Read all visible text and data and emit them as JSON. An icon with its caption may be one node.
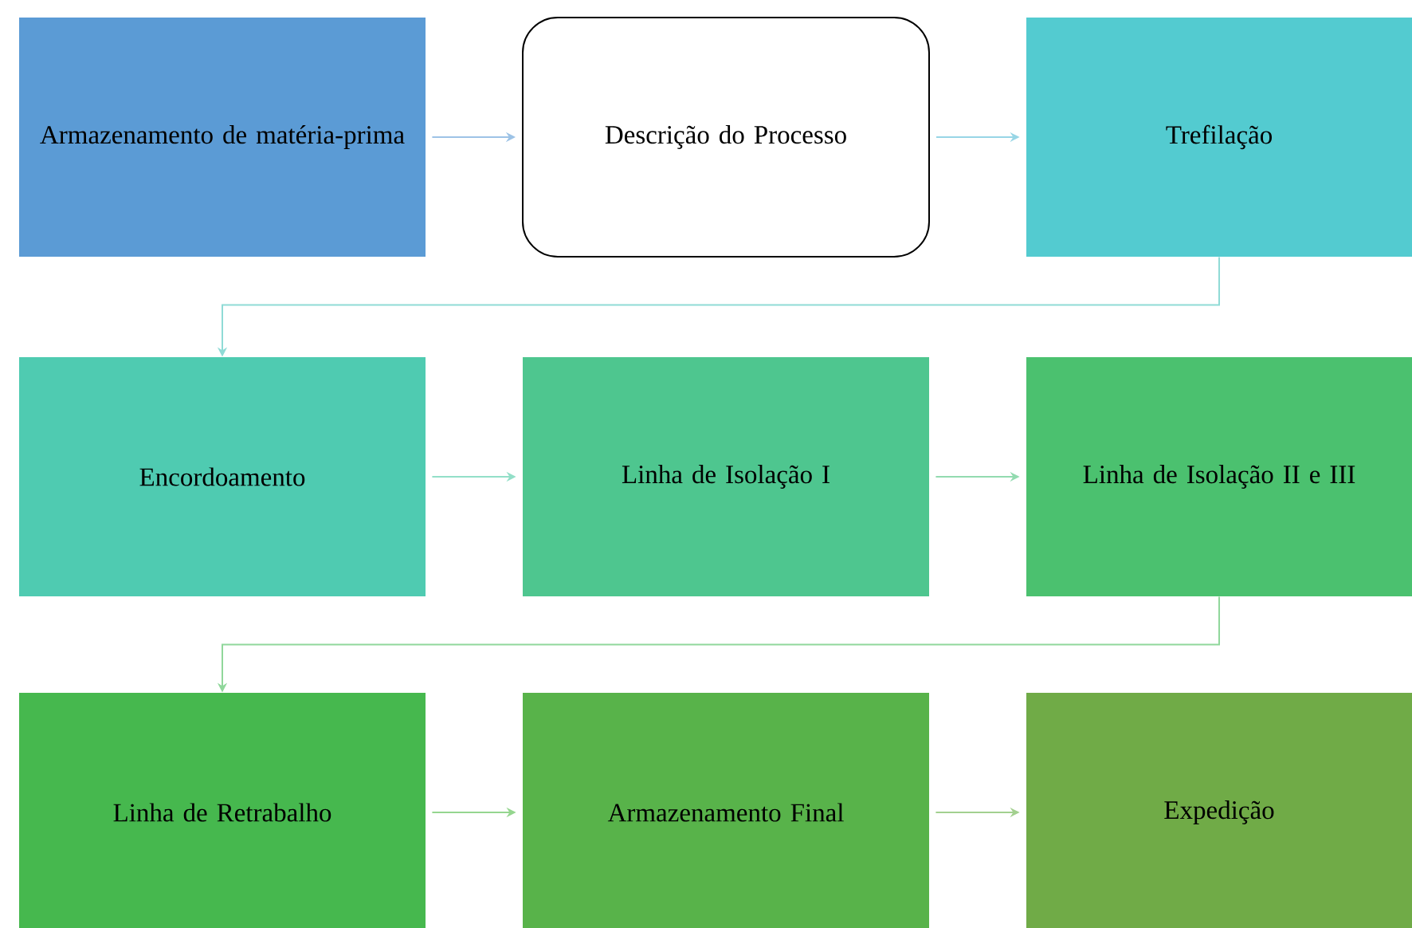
{
  "diagram": {
    "nodes": [
      {
        "text": [
          "Armazenamento de matéria-prima"
        ]
      },
      {
        "text": [
          "Descrição do Processo"
        ]
      },
      {
        "text": [
          "Trefilação"
        ]
      },
      {
        "text": [
          "Encordoamento"
        ]
      },
      {
        "text": [
          "Linha de Isolação I"
        ]
      },
      {
        "text": [
          "Linha de Isolação II e III"
        ]
      },
      {
        "text": [
          "Linha de Retrabalho"
        ]
      },
      {
        "text": [
          "Armazenamento Final"
        ]
      },
      {
        "text": [
          "Expedição"
        ]
      }
    ],
    "edges": [
      {
        "from": 0,
        "to": 1,
        "arrow": "to",
        "color": "#9dc3e6"
      },
      {
        "from": 1,
        "to": 2,
        "arrow": "to",
        "color": "#98d6e6"
      },
      {
        "from": 2,
        "to": 3,
        "arrow": "to",
        "color": "#8fdbd6"
      },
      {
        "from": 3,
        "to": 4,
        "arrow": "to",
        "color": "#93dfc8"
      },
      {
        "from": 4,
        "to": 5,
        "arrow": "to",
        "color": "#93dbb0"
      },
      {
        "from": 5,
        "to": 6,
        "arrow": "to",
        "color": "#90d79b"
      },
      {
        "from": 6,
        "to": 7,
        "arrow": "to",
        "color": "#95d68f"
      },
      {
        "from": 7,
        "to": 8,
        "arrow": "to",
        "color": "#a3d08f"
      }
    ]
  }
}
